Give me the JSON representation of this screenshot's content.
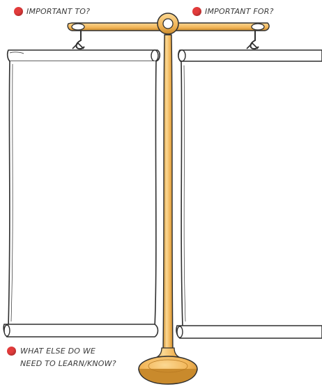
{
  "labels": {
    "important_to": "IMPORTANT TO?",
    "important_for": "IMPORTANT FOR?",
    "what_else_line1": "WHAT ELSE DO WE",
    "what_else_line2": "NEED TO LEARN/KNOW?"
  },
  "colors": {
    "bullet": "#e23b3b",
    "stand": "#f2b557",
    "stand_dark": "#c98a2c",
    "stand_light": "#fbd893",
    "outline": "#2f2f2f",
    "text": "#3a3a3a"
  }
}
